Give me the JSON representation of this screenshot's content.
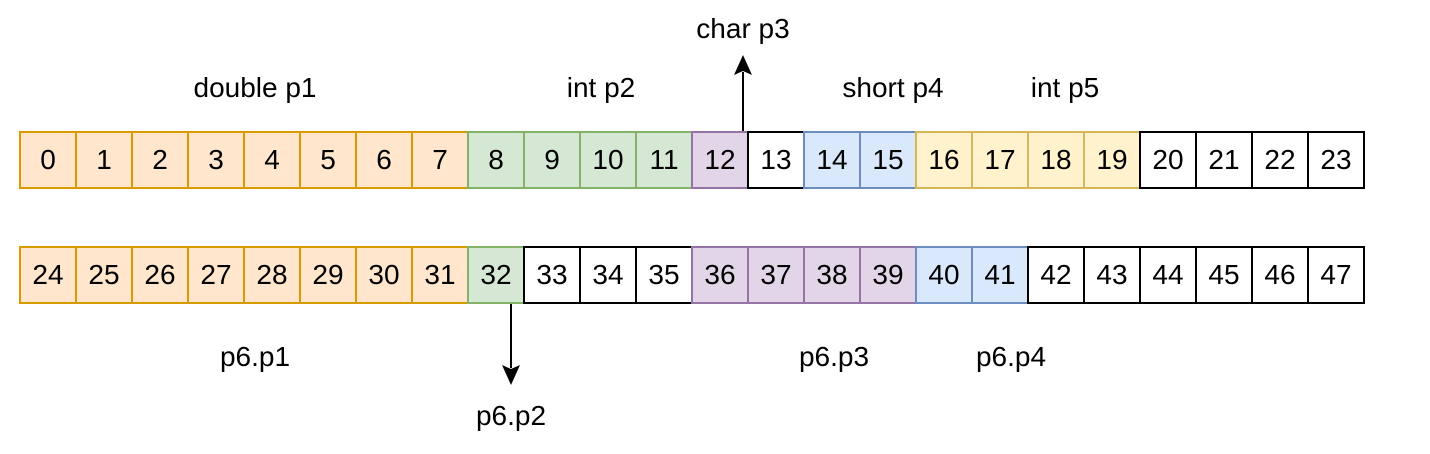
{
  "colors": {
    "orange": {
      "fill": "#ffe6cc",
      "stroke": "#d79b00"
    },
    "green": {
      "fill": "#d5e8d4",
      "stroke": "#82b366"
    },
    "purple": {
      "fill": "#e1d5e7",
      "stroke": "#9673a6"
    },
    "blue": {
      "fill": "#dae8fc",
      "stroke": "#6c8ebf"
    },
    "yellow": {
      "fill": "#fff2cc",
      "stroke": "#d6b656"
    },
    "plain": {
      "fill": "#ffffff",
      "stroke": "#000000"
    }
  },
  "rows": [
    {
      "cells": [
        {
          "label": "0",
          "color": "orange"
        },
        {
          "label": "1",
          "color": "orange"
        },
        {
          "label": "2",
          "color": "orange"
        },
        {
          "label": "3",
          "color": "orange"
        },
        {
          "label": "4",
          "color": "orange"
        },
        {
          "label": "5",
          "color": "orange"
        },
        {
          "label": "6",
          "color": "orange"
        },
        {
          "label": "7",
          "color": "orange"
        },
        {
          "label": "8",
          "color": "green"
        },
        {
          "label": "9",
          "color": "green"
        },
        {
          "label": "10",
          "color": "green"
        },
        {
          "label": "11",
          "color": "green"
        },
        {
          "label": "12",
          "color": "purple"
        },
        {
          "label": "13",
          "color": "plain"
        },
        {
          "label": "14",
          "color": "blue"
        },
        {
          "label": "15",
          "color": "blue"
        },
        {
          "label": "16",
          "color": "yellow"
        },
        {
          "label": "17",
          "color": "yellow"
        },
        {
          "label": "18",
          "color": "yellow"
        },
        {
          "label": "19",
          "color": "yellow"
        },
        {
          "label": "20",
          "color": "plain"
        },
        {
          "label": "21",
          "color": "plain"
        },
        {
          "label": "22",
          "color": "plain"
        },
        {
          "label": "23",
          "color": "plain"
        }
      ]
    },
    {
      "cells": [
        {
          "label": "24",
          "color": "orange"
        },
        {
          "label": "25",
          "color": "orange"
        },
        {
          "label": "26",
          "color": "orange"
        },
        {
          "label": "27",
          "color": "orange"
        },
        {
          "label": "28",
          "color": "orange"
        },
        {
          "label": "29",
          "color": "orange"
        },
        {
          "label": "30",
          "color": "orange"
        },
        {
          "label": "31",
          "color": "orange"
        },
        {
          "label": "32",
          "color": "green"
        },
        {
          "label": "33",
          "color": "plain"
        },
        {
          "label": "34",
          "color": "plain"
        },
        {
          "label": "35",
          "color": "plain"
        },
        {
          "label": "36",
          "color": "purple"
        },
        {
          "label": "37",
          "color": "purple"
        },
        {
          "label": "38",
          "color": "purple"
        },
        {
          "label": "39",
          "color": "purple"
        },
        {
          "label": "40",
          "color": "blue"
        },
        {
          "label": "41",
          "color": "blue"
        },
        {
          "label": "42",
          "color": "plain"
        },
        {
          "label": "43",
          "color": "plain"
        },
        {
          "label": "44",
          "color": "plain"
        },
        {
          "label": "45",
          "color": "plain"
        },
        {
          "label": "46",
          "color": "plain"
        },
        {
          "label": "47",
          "color": "plain"
        }
      ]
    }
  ],
  "labels": {
    "double_p1": "double p1",
    "int_p2": "int p2",
    "char_p3": "char p3",
    "short_p4": "short p4",
    "int_p5": "int p5",
    "p6_p1": "p6.p1",
    "p6_p2": "p6.p2",
    "p6_p3": "p6.p3",
    "p6_p4": "p6.p4"
  }
}
